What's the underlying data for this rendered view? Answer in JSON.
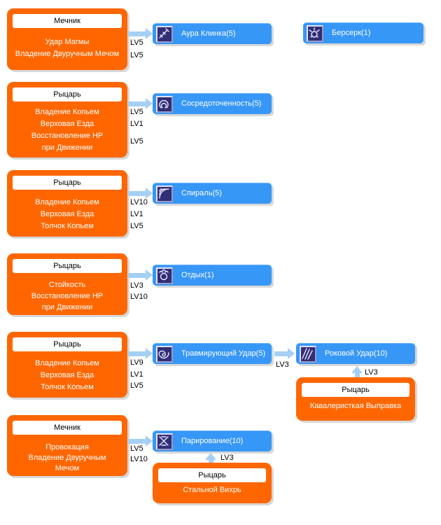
{
  "colors": {
    "panel_orange": "#FF6600",
    "skill_blue": "#3697F7",
    "arrow_light_blue": "#A6CFF4",
    "shadow_gray": "#D8D8D8",
    "lv_text": "#000000",
    "icon_bg_navy": "#322E75"
  },
  "groups": [
    {
      "class_name": "Мечник",
      "requirements": [
        {
          "name": "Удар Магмы",
          "level": "LV5"
        },
        {
          "name": "Владение Двуручным Мечом",
          "level": "LV5"
        }
      ],
      "skill": {
        "label": "Аура Клинка(5)",
        "icon": "blade-aura-icon"
      }
    },
    {
      "class_name": "Рыцарь",
      "requirements": [
        {
          "name": "Владение Копьем",
          "level": "LV5"
        },
        {
          "name": "Верховая Езда",
          "level": "LV1"
        },
        {
          "name": "Восстановление HP при Движении",
          "level": "LV5"
        }
      ],
      "skill": {
        "label": "Сосредоточенность(5)",
        "icon": "concentration-icon"
      }
    },
    {
      "class_name": "Рыцарь",
      "requirements": [
        {
          "name": "Владение Копьем",
          "level": "LV10"
        },
        {
          "name": "Верховая Езда",
          "level": "LV1"
        },
        {
          "name": "Толчок Копьем",
          "level": "LV5"
        }
      ],
      "skill": {
        "label": "Спираль(5)",
        "icon": "spiral-icon"
      }
    },
    {
      "class_name": "Рыцарь",
      "requirements": [
        {
          "name": "Стойкость",
          "level": "LV3"
        },
        {
          "name": "Восстановление HP при Движении",
          "level": "LV10"
        }
      ],
      "skill": {
        "label": "Отдых(1)",
        "icon": "rest-icon"
      }
    },
    {
      "class_name": "Рыцарь",
      "requirements": [
        {
          "name": "Владение Копьем",
          "level": "LV9"
        },
        {
          "name": "Верховая Езда",
          "level": "LV1"
        },
        {
          "name": "Толчок Копьем",
          "level": "LV5"
        }
      ],
      "skill": {
        "label": "Травмирующий Удар(5)",
        "icon": "traumatic-strike-icon"
      },
      "advanced": {
        "label": "Роковой Удар(10)",
        "icon": "fatal-strike-icon",
        "arrow_level": "LV3",
        "sub": {
          "class_name": "Рыцарь",
          "name": "Кавалеристкая Выправка",
          "arrow_level": "LV3"
        }
      }
    },
    {
      "class_name": "Мечник",
      "requirements": [
        {
          "name": "Провокация",
          "level": "LV5"
        },
        {
          "name": "Владение Двуручным Мечом",
          "level": "LV10"
        }
      ],
      "skill": {
        "label": "Парирование(10)",
        "icon": "parry-icon"
      },
      "sub": {
        "class_name": "Рыцарь",
        "name": "Стальной Вихрь",
        "arrow_level": "LV3"
      }
    }
  ],
  "standalone": {
    "label": "Берсерк(1)",
    "icon": "berserk-icon"
  }
}
